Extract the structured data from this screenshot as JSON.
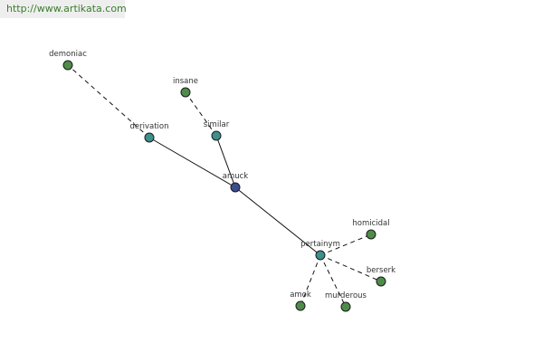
{
  "watermark": {
    "text": "http://www.artikata.com"
  },
  "colors": {
    "center": "#3a4d8f",
    "relation": "#3f8f8a",
    "leaf": "#4e8c4a",
    "edge": "#111111",
    "watermark_text": "#3a7d2c"
  },
  "graph": {
    "nodes": [
      {
        "id": "amuck",
        "label": "amuck",
        "kind": "center"
      },
      {
        "id": "derivation",
        "label": "derivation",
        "kind": "relation"
      },
      {
        "id": "similar",
        "label": "similar",
        "kind": "relation"
      },
      {
        "id": "pertainym",
        "label": "pertainym",
        "kind": "relation"
      },
      {
        "id": "demoniac",
        "label": "demoniac",
        "kind": "leaf"
      },
      {
        "id": "insane",
        "label": "insane",
        "kind": "leaf"
      },
      {
        "id": "homicidal",
        "label": "homicidal",
        "kind": "leaf"
      },
      {
        "id": "berserk",
        "label": "berserk",
        "kind": "leaf"
      },
      {
        "id": "murderous",
        "label": "murderous",
        "kind": "leaf"
      },
      {
        "id": "amok",
        "label": "amok",
        "kind": "leaf"
      }
    ],
    "edges": [
      {
        "from": "amuck",
        "to": "derivation",
        "style": "solid"
      },
      {
        "from": "amuck",
        "to": "similar",
        "style": "solid"
      },
      {
        "from": "amuck",
        "to": "pertainym",
        "style": "solid"
      },
      {
        "from": "derivation",
        "to": "demoniac",
        "style": "dashed"
      },
      {
        "from": "similar",
        "to": "insane",
        "style": "dashed"
      },
      {
        "from": "pertainym",
        "to": "homicidal",
        "style": "dashed"
      },
      {
        "from": "pertainym",
        "to": "berserk",
        "style": "dashed"
      },
      {
        "from": "pertainym",
        "to": "murderous",
        "style": "dashed"
      },
      {
        "from": "pertainym",
        "to": "amok",
        "style": "dashed"
      }
    ]
  }
}
